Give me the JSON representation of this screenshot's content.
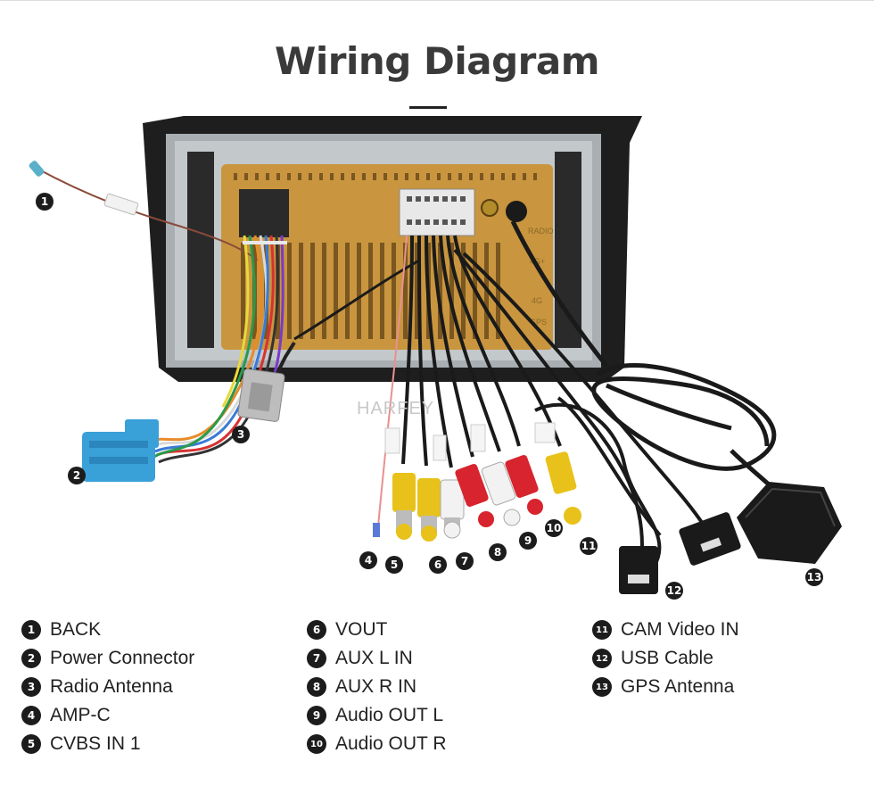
{
  "title": "Wiring Diagram",
  "watermark": "HARFEY",
  "unit_labels": [
    "RADIO",
    "4G+",
    "4G",
    "GPS"
  ],
  "legend": {
    "col1": [
      {
        "num": "1",
        "label": "BACK"
      },
      {
        "num": "2",
        "label": "Power Connector"
      },
      {
        "num": "3",
        "label": "Radio Antenna"
      },
      {
        "num": "4",
        "label": "AMP-C"
      },
      {
        "num": "5",
        "label": "CVBS IN 1"
      }
    ],
    "col2": [
      {
        "num": "6",
        "label": "VOUT"
      },
      {
        "num": "7",
        "label": "AUX L IN"
      },
      {
        "num": "8",
        "label": "AUX R IN"
      },
      {
        "num": "9",
        "label": "Audio OUT L"
      },
      {
        "num": "10",
        "label": "Audio OUT R"
      }
    ],
    "col3": [
      {
        "num": "11",
        "label": "CAM Video IN"
      },
      {
        "num": "12",
        "label": "USB Cable"
      },
      {
        "num": "13",
        "label": "GPS Antenna"
      }
    ]
  },
  "callouts": [
    "1",
    "2",
    "3",
    "4",
    "5",
    "6",
    "7",
    "8",
    "9",
    "10",
    "11",
    "12",
    "13"
  ],
  "colors": {
    "gold_panel": "#c9953e",
    "rca_yellow": "#e8c21a",
    "rca_red": "#d8242e",
    "rca_white": "#f2f2f2",
    "power_connector": "#3aa0d8",
    "badge": "#1c1c1c"
  }
}
